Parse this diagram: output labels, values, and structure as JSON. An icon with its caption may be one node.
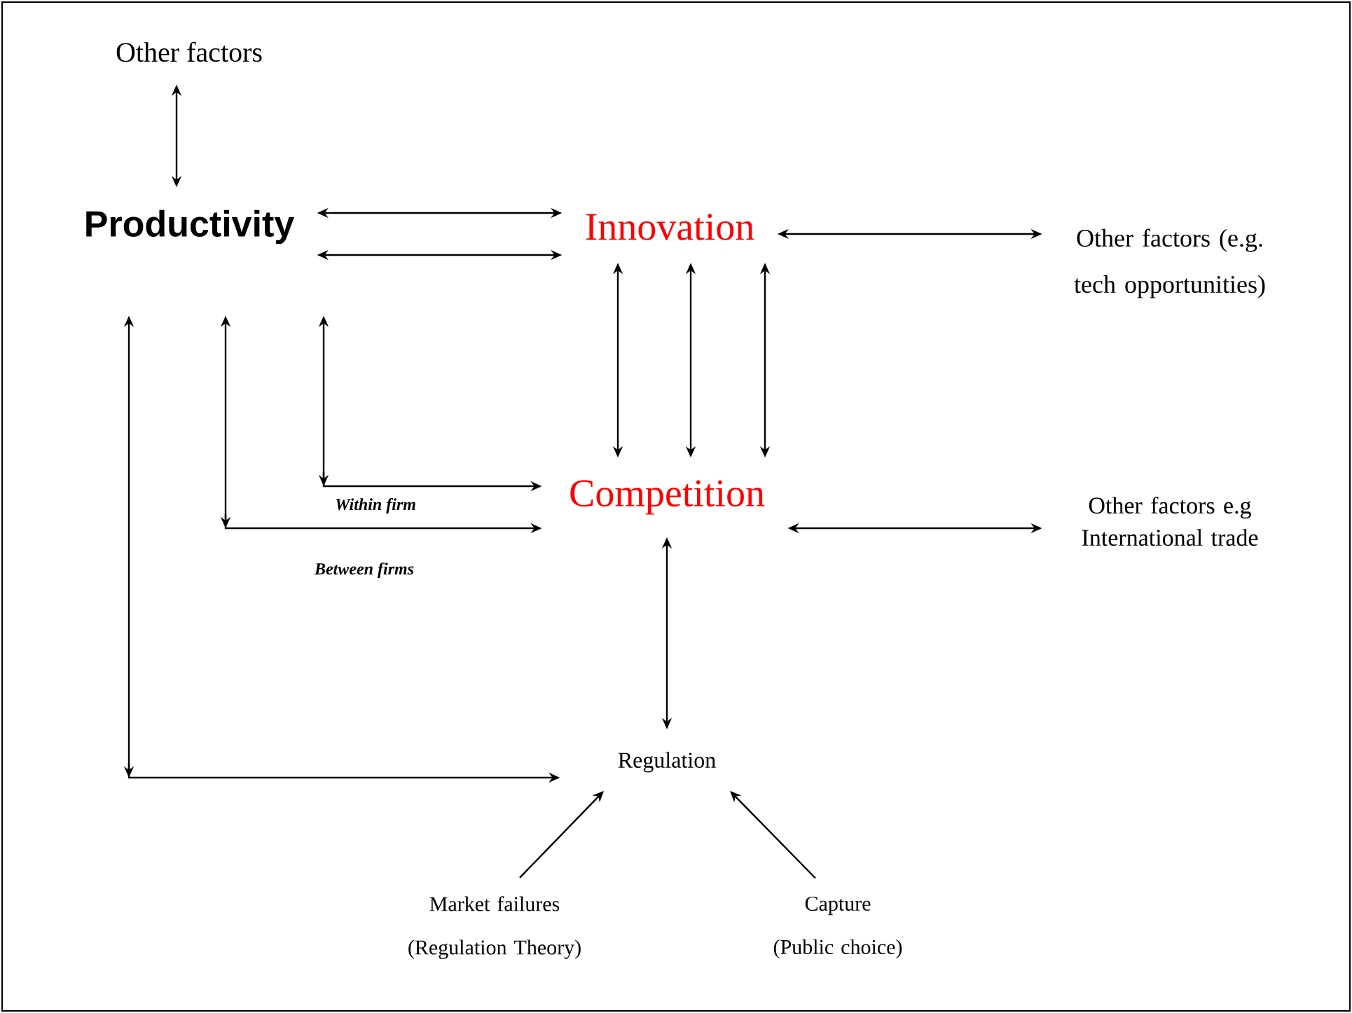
{
  "diagram": {
    "nodes": [
      {
        "text": [
          "Other factors"
        ]
      },
      {
        "text": [
          "Productivity"
        ]
      },
      {
        "text": [
          "Innovation"
        ]
      },
      {
        "text": [
          "Other factors (e.g. tech opportunities)"
        ]
      },
      {
        "text": [
          "Competition"
        ]
      },
      {
        "text": [
          "Other factors e.g International trade"
        ]
      },
      {
        "text": [
          "Regulation"
        ]
      },
      {
        "text": [
          "Market failures (Regulation Theory)"
        ]
      },
      {
        "text": [
          "Capture (Public choice)"
        ]
      }
    ],
    "edges": [
      {
        "from": 0,
        "to": 1,
        "arrow": "both"
      },
      {
        "from": 1,
        "to": 2,
        "arrow": "both"
      },
      {
        "from": 1,
        "to": 2,
        "arrow": "both"
      },
      {
        "from": 2,
        "to": 3,
        "arrow": "both"
      },
      {
        "from": 2,
        "to": 4,
        "arrow": "both"
      },
      {
        "from": 2,
        "to": 4,
        "arrow": "both"
      },
      {
        "from": 2,
        "to": 4,
        "arrow": "both"
      },
      {
        "from": 1,
        "to": 4,
        "arrow": "both",
        "label": "Within firm"
      },
      {
        "from": 1,
        "to": 4,
        "arrow": "both",
        "label": "Between firms"
      },
      {
        "from": 1,
        "to": 6,
        "arrow": "both"
      },
      {
        "from": 4,
        "to": 5,
        "arrow": "both"
      },
      {
        "from": 4,
        "to": 6,
        "arrow": "both"
      },
      {
        "from": 7,
        "to": 6,
        "arrow": "to"
      },
      {
        "from": 8,
        "to": 6,
        "arrow": "to"
      }
    ]
  }
}
